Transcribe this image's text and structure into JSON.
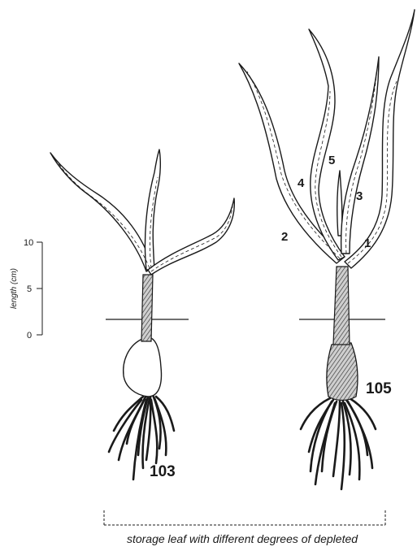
{
  "scale": {
    "title": "length (cm)",
    "ticks": [
      "10",
      "5",
      "0"
    ]
  },
  "plants": [
    {
      "id": "103",
      "leaf_numbers": []
    },
    {
      "id": "105",
      "leaf_numbers": [
        "1",
        "2",
        "3",
        "4",
        "5"
      ]
    }
  ],
  "caption": "storage leaf with different degrees of depleted",
  "colors": {
    "ink": "#1a1a1a",
    "paper": "#ffffff",
    "stem_fill": "#cfcfcf"
  }
}
